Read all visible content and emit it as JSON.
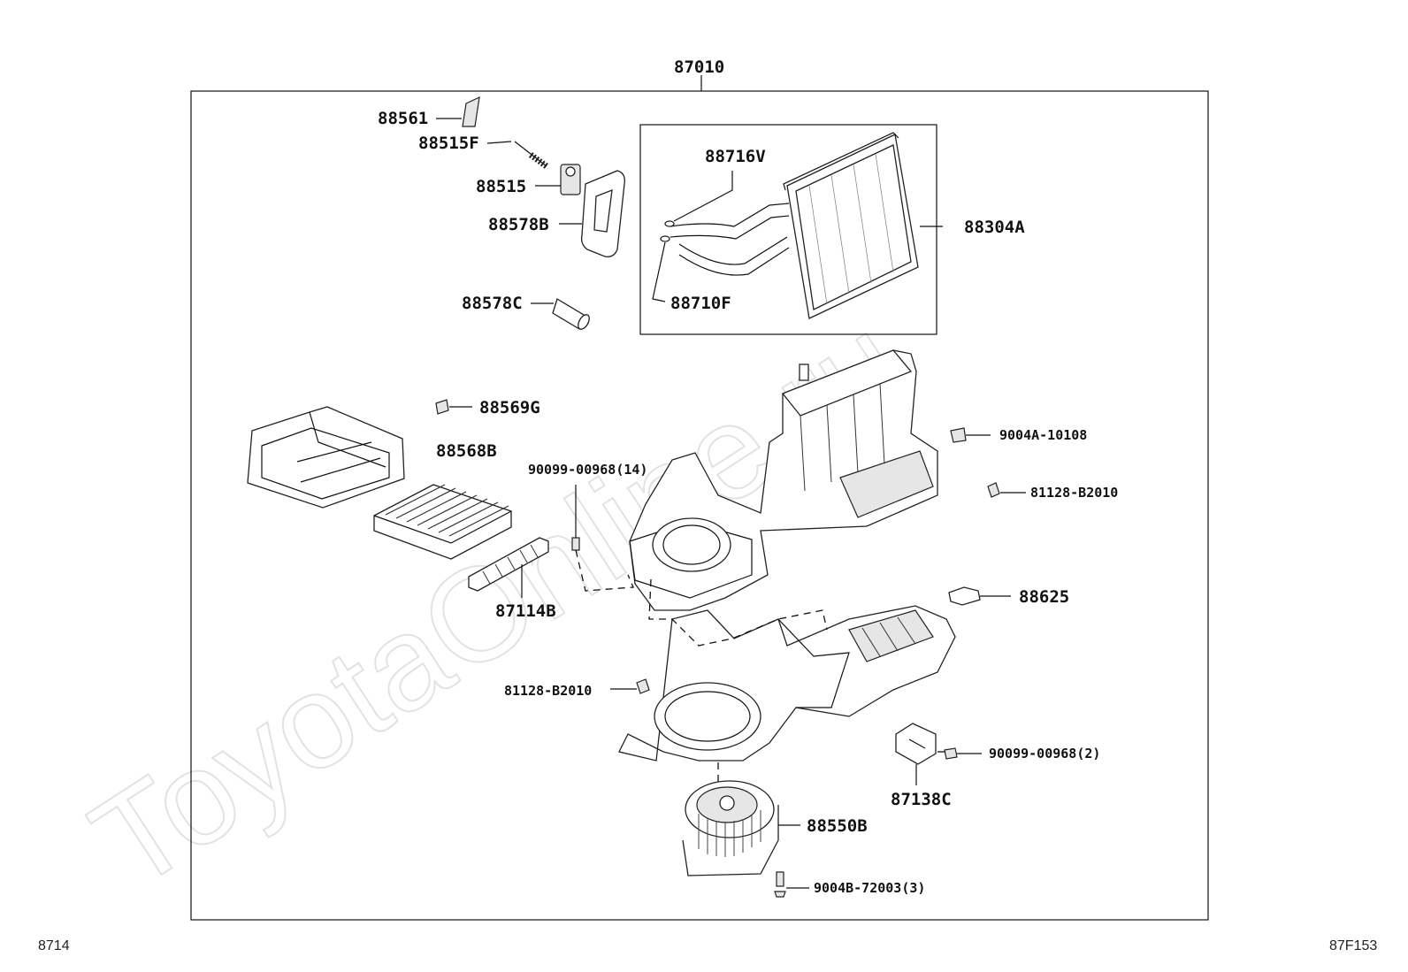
{
  "watermark": "ToyotaOnline.ru",
  "assembly_label": "87010",
  "footer": {
    "left": "8714",
    "right": "87F153"
  },
  "labels": {
    "p88561": "88561",
    "p88515F": "88515F",
    "p88515": "88515",
    "p88578B": "88578B",
    "p88578C": "88578C",
    "p88716V": "88716V",
    "p88710F": "88710F",
    "p88304A": "88304A",
    "p88569G": "88569G",
    "p88568B": "88568B",
    "p90099_14": "90099-00968(14)",
    "p9004A": "9004A-10108",
    "p81128_r": "81128-B2010",
    "p87114B": "87114B",
    "p88625": "88625",
    "p81128_l": "81128-B2010",
    "p90099_2": "90099-00968(2)",
    "p87138C": "87138C",
    "p88550B": "88550B",
    "p9004B": "9004B-72003(3)"
  }
}
